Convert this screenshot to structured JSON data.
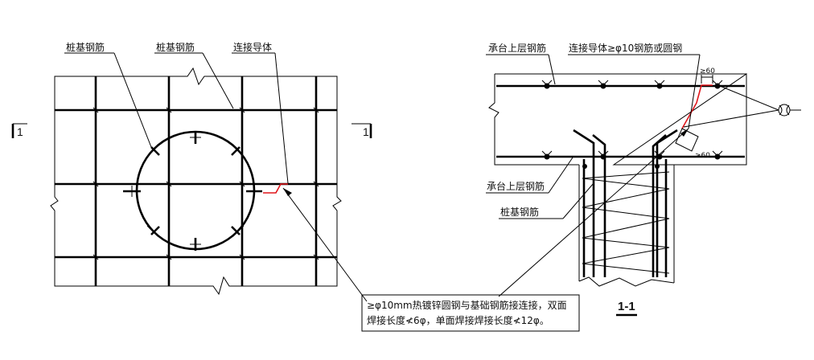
{
  "labels": {
    "pile_rebar_1": "桩基钢筋",
    "pile_rebar_2": "桩基钢筋",
    "connector": "连接导体",
    "cap_upper_rebar_top": "承台上层钢筋",
    "connector_spec": "连接导体≥φ10钢筋或圆钢",
    "cap_upper_rebar_bottom": "承台上层钢筋",
    "pile_rebar_right": "桩基钢筋"
  },
  "dimensions": {
    "top": "≥60",
    "bottom": "≥60"
  },
  "section_marks": {
    "left": "1",
    "right": "1",
    "title": "1-1"
  },
  "note": {
    "line1": "≥φ10mm热镀锌圆钢与基础钢筋接连接，双面",
    "line2": "焊接长度≮6φ，单面焊接焊接长度≮12φ。"
  },
  "colors": {
    "lines": "#000000",
    "connector": "#e0161b"
  }
}
